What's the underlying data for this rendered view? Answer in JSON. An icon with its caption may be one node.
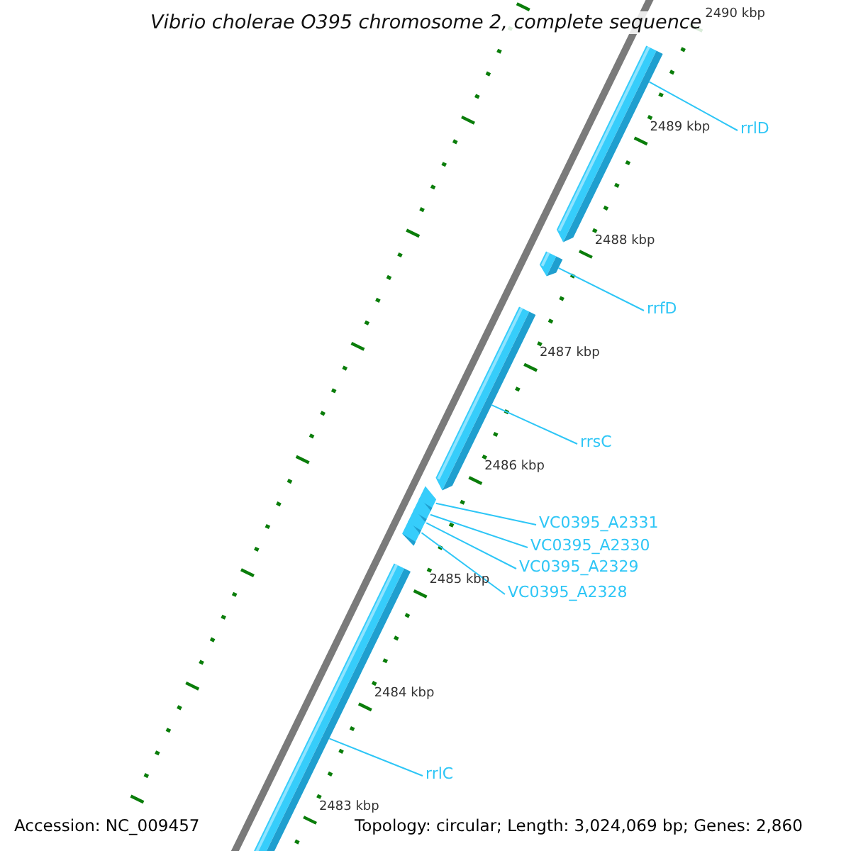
{
  "diagram": {
    "title": "Vibrio cholerae O395 chromosome 2, complete sequence",
    "nodes": [
      {
        "text": [
          "rrlD"
        ]
      },
      {
        "text": [],
        "shape": "bar"
      },
      {
        "text": [],
        "shape": "bar"
      },
      {
        "text": [
          "rrfD"
        ]
      },
      {
        "text": [],
        "shape": "bar"
      },
      {
        "text": [
          "rrsC"
        ]
      },
      {
        "text": [],
        "shape": "triangle"
      },
      {
        "text": [],
        "shape": "triangle"
      },
      {
        "text": [],
        "shape": "triangle"
      },
      {
        "text": [],
        "shape": "triangle"
      },
      {
        "text": [
          "VC0395_A2331"
        ]
      },
      {
        "text": [
          "VC0395_A2330"
        ]
      },
      {
        "text": [
          "VC0395_A2329"
        ]
      },
      {
        "text": [
          "VC0395_A2328"
        ]
      },
      {
        "text": [],
        "shape": "bar"
      },
      {
        "text": [
          "rrlC"
        ]
      }
    ],
    "edges": [
      {
        "from": 0,
        "to": 1,
        "arrow": "none"
      },
      {
        "from": 3,
        "to": 2,
        "arrow": "none"
      },
      {
        "from": 5,
        "to": 4,
        "arrow": "none"
      },
      {
        "from": 10,
        "to": 6,
        "arrow": "none"
      },
      {
        "from": 11,
        "to": 7,
        "arrow": "none"
      },
      {
        "from": 12,
        "to": 8,
        "arrow": "none"
      },
      {
        "from": 13,
        "to": 9,
        "arrow": "none"
      },
      {
        "from": 15,
        "to": 14,
        "arrow": "none"
      }
    ],
    "labels": [
      "2490 kbp",
      "2489 kbp",
      "2488 kbp",
      "2487 kbp",
      "2486 kbp",
      "2485 kbp",
      "2484 kbp",
      "2483 kbp",
      "Accession: NC_009457",
      "Topology: circular; Length: 3,024,069 bp; Genes: 2,860"
    ]
  }
}
